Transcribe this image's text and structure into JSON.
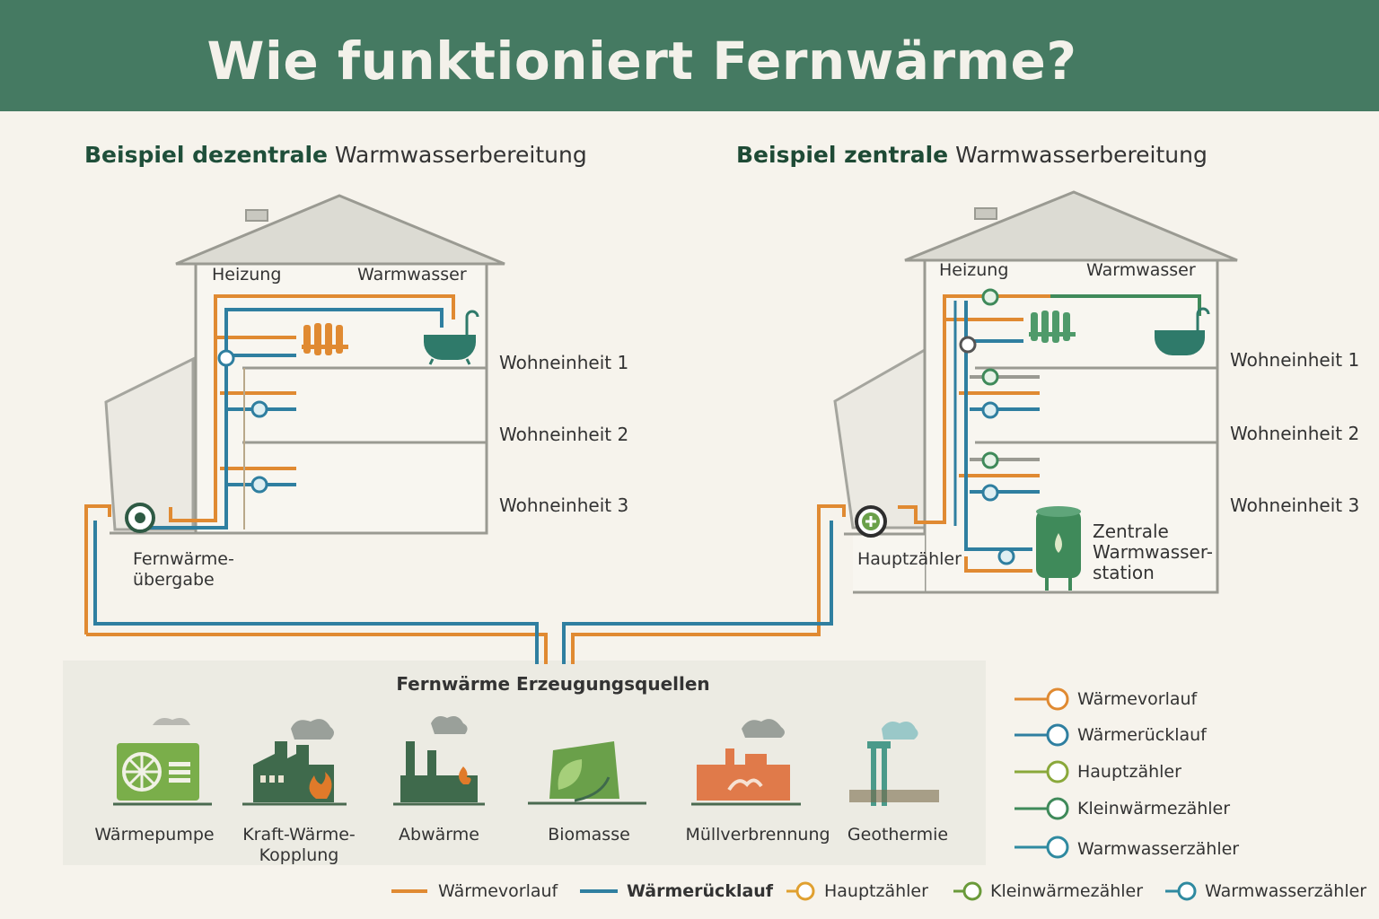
{
  "title": "Wie funktioniert Fernwärme?",
  "left_section": {
    "title_bold": "Beispiel dezentrale",
    "title_rest": " Warmwasserbereitung",
    "heizung": "Heizung",
    "warmwasser": "Warmwasser",
    "units": [
      "Wohneinheit 1",
      "Wohneinheit 2",
      "Wohneinheit 3"
    ],
    "station": "Fernwärme-\nübergabe"
  },
  "right_section": {
    "title_bold": "Beispiel zentrale",
    "title_rest": " Warmwasserbereitung",
    "heizung": "Heizung",
    "warmwasser": "Warmwasser",
    "units": [
      "Wohneinheit 1",
      "Wohneinheit 2",
      "Wohneinheit 3"
    ],
    "meter": "Hauptzähler",
    "station": "Zentrale\nWarmwasser-\nstation"
  },
  "generation": {
    "title": "Fernwärme Erzeugungsquellen",
    "sources": [
      {
        "label": "Wärmepumpe",
        "icon": "heat-pump-icon"
      },
      {
        "label": "Kraft-Wärme-\nKopplung",
        "icon": "chp-plant-icon"
      },
      {
        "label": "Abwärme",
        "icon": "waste-heat-icon"
      },
      {
        "label": "Biomasse",
        "icon": "biomass-icon"
      },
      {
        "label": "Müllverbrennung",
        "icon": "incineration-icon"
      },
      {
        "label": "Geothermie",
        "icon": "geothermal-icon"
      }
    ]
  },
  "legend_right": [
    {
      "label": "Wärmevorlauf",
      "color": "#e08a32"
    },
    {
      "label": "Wärmerücklauf",
      "color": "#2f7fa0"
    },
    {
      "label": "Hauptzähler",
      "color": "#8aa83a"
    },
    {
      "label": "Kleinwärmezähler",
      "color": "#3f8a5a"
    },
    {
      "label": "Warmwasserzähler",
      "color": "#2f8aa0"
    }
  ],
  "legend_bottom": [
    {
      "label": "Wärmevorlauf",
      "color": "#e08a32"
    },
    {
      "label": "Wärmerücklauf",
      "color": "#2f7fa0"
    },
    {
      "label": "Hauptzähler",
      "color": "#e0a030"
    },
    {
      "label": "Kleinwärmezähler",
      "color": "#6a9a3a"
    },
    {
      "label": "Warmwasserzähler",
      "color": "#2f8aa0"
    }
  ],
  "colors": {
    "supply": "#e08a32",
    "return": "#2f7fa0",
    "header": "#457a62",
    "house_line": "#9a9a92"
  }
}
